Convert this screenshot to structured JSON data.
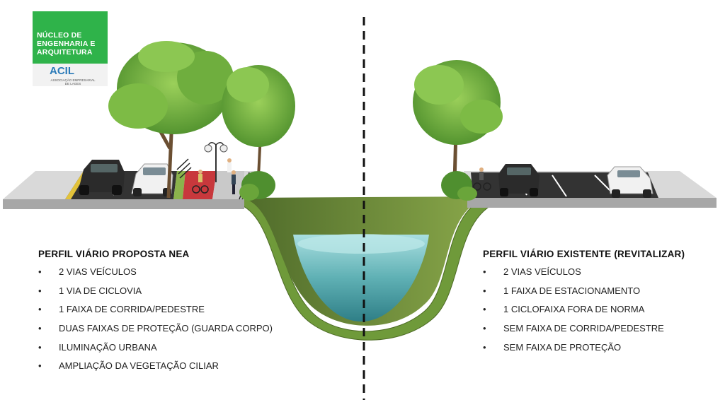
{
  "logo": {
    "line1": "NÚCLEO DE",
    "line2": "ENGENHARIA E",
    "line3": "ARQUITETURA",
    "brand": "ACIL",
    "subtitle": "ASSOCIAÇÃO EMPRESARIAL DE LAGES"
  },
  "left": {
    "title": "PERFIL VIÁRIO PROPOSTA  NEA",
    "items": [
      "2 VIAS VEÍCULOS",
      "1 VIA DE CICLOVIA",
      "1 FAIXA DE CORRIDA/PEDESTRE",
      "DUAS FAIXAS DE PROTEÇÃO (GUARDA CORPO)",
      "ILUMINAÇÃO URBANA",
      "AMPLIAÇÃO DA VEGETAÇÃO CILIAR"
    ]
  },
  "right": {
    "title": "PERFIL VIÁRIO EXISTENTE (REVITALIZAR)",
    "items": [
      "2 VIAS VEÍCULOS",
      "1 FAIXA DE ESTACIONAMENTO",
      "1 CICLOFAIXA FORA DE NORMA",
      "SEM FAIXA DE CORRIDA/PEDESTRE",
      "SEM FAIXA DE PROTEÇÃO"
    ]
  },
  "colors": {
    "logo_green": "#2fb34a",
    "asphalt": "#333333",
    "cycle_lane": "#c8383c",
    "sidewalk": "#cfcfcf",
    "water": "#7fc4c7",
    "foliage": "#6aa53a",
    "bank": "#6e8a3a"
  }
}
